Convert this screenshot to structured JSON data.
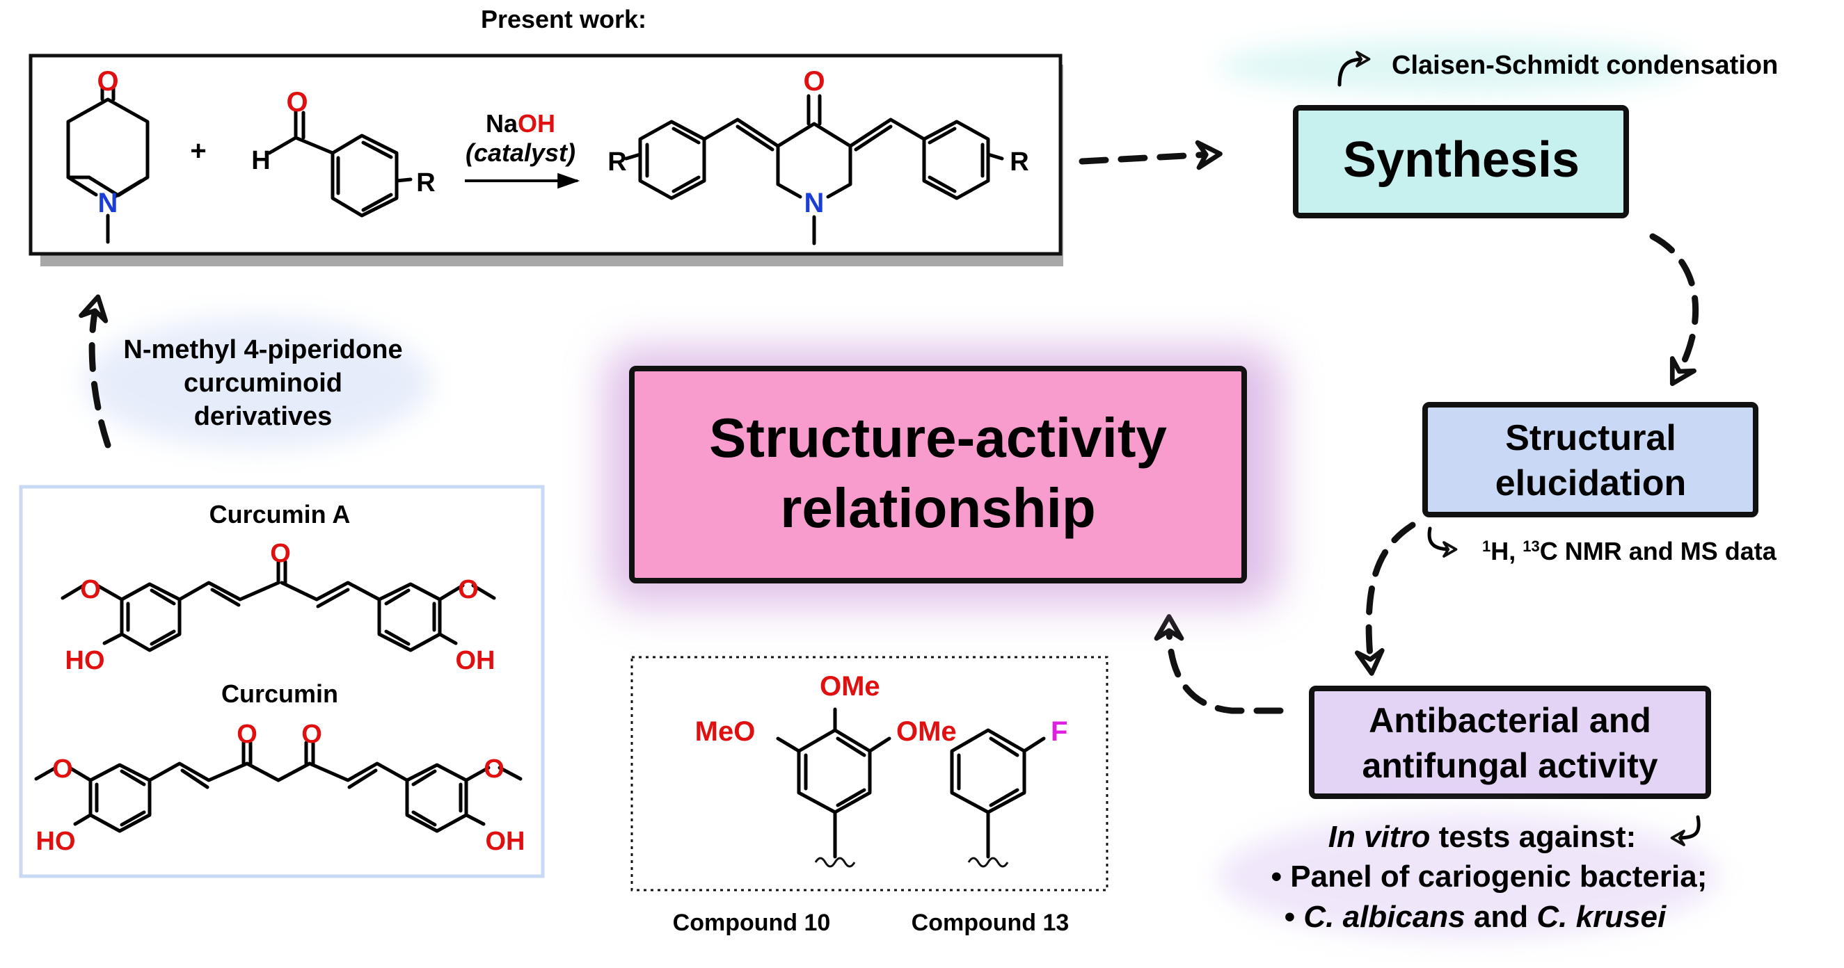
{
  "present_work": {
    "title": "Present work:",
    "reaction": {
      "reactant_ketone_O": "O",
      "reactant_ketone_N": "N",
      "plus": "+",
      "aldehyde_O": "O",
      "aldehyde_H": "H",
      "aldehyde_R": "R",
      "reagent_prefix": "Na",
      "reagent_suffix": "OH",
      "reagent_note": "(catalyst)",
      "product_O": "O",
      "product_N": "N",
      "product_R_left": "R",
      "product_R_right": "R"
    }
  },
  "curcuminoid_label": {
    "line1": "N-methyl 4-piperidone",
    "line2": "curcuminoid",
    "line3": "derivatives"
  },
  "curcumin_box": {
    "curcumin_a": {
      "title": "Curcumin A",
      "O_label": "O",
      "OH_left": "HO",
      "OH_right": "OH",
      "OMe_left": "O",
      "OMe_right": "O"
    },
    "curcumin": {
      "title": "Curcumin",
      "O_label_1": "O",
      "O_label_2": "O",
      "OH_left": "HO",
      "OH_right": "OH",
      "OMe_left": "O",
      "OMe_right": "O"
    }
  },
  "sar_box": {
    "line1": "Structure-activity",
    "line2": "relationship"
  },
  "compounds_box": {
    "compound_10": {
      "label": "Compound 10",
      "ome_top": "OMe",
      "ome_left": "MeO",
      "ome_right": "OMe"
    },
    "compound_13": {
      "label": "Compound 13",
      "substituent": "F"
    }
  },
  "workflow": {
    "synthesis": {
      "label": "Synthesis",
      "note": "Claisen-Schmidt condensation"
    },
    "structural": {
      "line1": "Structural",
      "line2": "elucidation",
      "note_sup1": "1",
      "note_h": "H, ",
      "note_sup2": "13",
      "note_rest": "C NMR and MS data"
    },
    "activity": {
      "line1": "Antibacterial and",
      "line2": "antifungal activity",
      "tests_italic": "In vitro",
      "tests_rest": " tests against:",
      "bullet1": "• Panel of cariogenic bacteria;",
      "bullet2_prefix": "• ",
      "bullet2_species1": "C. albicans",
      "bullet2_and": " and ",
      "bullet2_species2": "C. krusei"
    }
  },
  "colors": {
    "synthesis_fill": "#c6f1ef",
    "structural_fill": "#c9d8f4",
    "activity_fill": "#e3d3f5",
    "sar_fill": "#f79ccd",
    "heteroatom_red": "#e01010",
    "nitrogen_blue": "#1a3fd6",
    "fluorine_magenta": "#e020e0",
    "compound_purple": "#7a3f7a"
  }
}
